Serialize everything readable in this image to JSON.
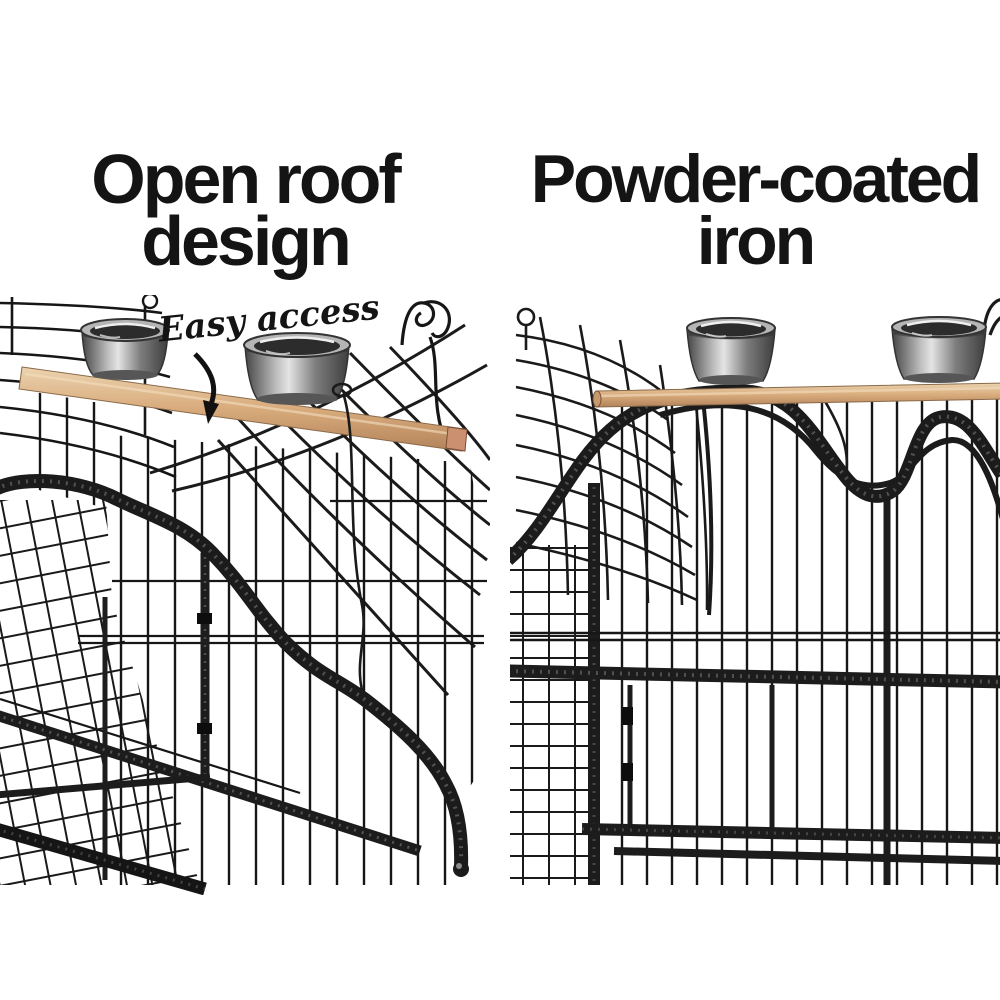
{
  "panels": {
    "left": {
      "title_line1": "Open roof",
      "title_line2": "design",
      "annotation": "Easy access"
    },
    "right": {
      "title_line1": "Powder-coated",
      "title_line2": "iron"
    }
  },
  "colors": {
    "background": "#ffffff",
    "heading_text": "#141414",
    "cage_iron": "#1c1c1c",
    "perch_wood": "#d8ab7c",
    "bowl_steel": "#b9b9b9"
  }
}
